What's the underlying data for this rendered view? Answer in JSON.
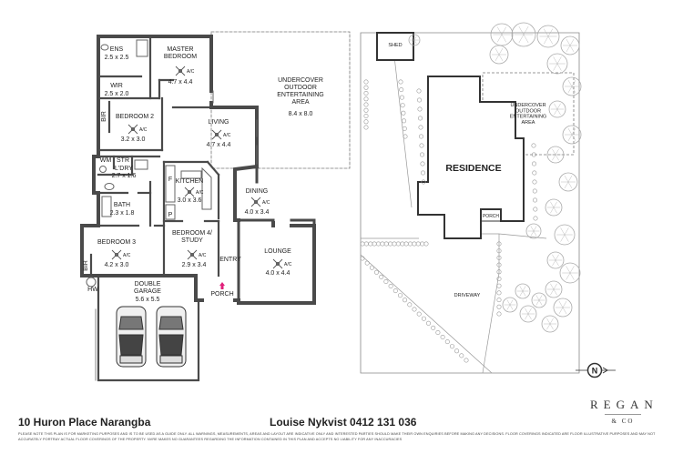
{
  "floor_plan": {
    "rooms": {
      "ens": {
        "name": "ENS",
        "dims": "2.5 x 2.5"
      },
      "master": {
        "name": "MASTER\nBEDROOM",
        "dims": "4.7 x 4.4",
        "ac": "A/C"
      },
      "wir": {
        "name": "WIR",
        "dims": "2.5 x 2.0"
      },
      "undercover": {
        "name": "UNDERCOVER\nOUTDOOR\nENTERTAINING\nAREA",
        "dims": "8.4 x 8.0"
      },
      "bir_top": {
        "name": "BIR"
      },
      "bedroom2": {
        "name": "BEDROOM 2",
        "dims": "3.2 x 3.0",
        "ac": "A/C"
      },
      "living": {
        "name": "LIVING",
        "dims": "4.7 x 4.4",
        "ac": "A/C"
      },
      "wm": {
        "name": "WM"
      },
      "str": {
        "name": "STR"
      },
      "ldry": {
        "name": "L'DRY",
        "dims": "2.7 x 1.6"
      },
      "kitchen": {
        "name": "KITCHEN",
        "dims": "3.0 x 3.6",
        "ac": "A/C"
      },
      "f": {
        "name": "F"
      },
      "p": {
        "name": "P"
      },
      "bath": {
        "name": "BATH",
        "dims": "2.3 x 1.8"
      },
      "dining": {
        "name": "DINING",
        "dims": "4.0 x 3.4",
        "ac": "A/C"
      },
      "bedroom3": {
        "name": "BEDROOM 3",
        "dims": "4.2 x 3.0",
        "ac": "A/C"
      },
      "bedroom4": {
        "name": "BEDROOM 4/\nSTUDY",
        "dims": "2.9 x 3.4",
        "ac": "A/C"
      },
      "entry": {
        "name": "ENTRY"
      },
      "lounge": {
        "name": "LOUNGE",
        "dims": "4.0 x 4.4",
        "ac": "A/C"
      },
      "bir_bottom": {
        "name": "BIR"
      },
      "hw": {
        "name": "HW"
      },
      "garage": {
        "name": "DOUBLE\nGARAGE",
        "dims": "5.6 x 5.5"
      },
      "porch": {
        "name": "PORCH"
      }
    }
  },
  "site_plan": {
    "shed": "SHED",
    "undercover": "UNDERCOVER\nOUTDOOR\nENTERTAINING\nAREA",
    "residence": "RESIDENCE",
    "porch": "PORCH",
    "driveway": "DRIVEWAY",
    "north": "N"
  },
  "footer": {
    "address": "10 Huron Place Narangba",
    "agent": "Louise Nykvist 0412 131 036",
    "disclaimer": "Please note this plan is for marketing purposes and is to be used as a guide only. All warnings, measurements, areas and layout are indicative only and interested parties should make their own enquiries before making any decisions. Floor coverings indicated are floor illustrative purposes and may not accurately portray actual floor coverings of the property. NVRE makes no guarantees regarding the information contained in this plan and accepts no liability for any inaccuracies",
    "brand_name": "REGAN",
    "brand_sub": "& CO"
  },
  "colors": {
    "wall": "#4a4a4a",
    "porch_marker": "#e0207a",
    "tree_stroke": "#aaaaaa",
    "text": "#222222"
  }
}
